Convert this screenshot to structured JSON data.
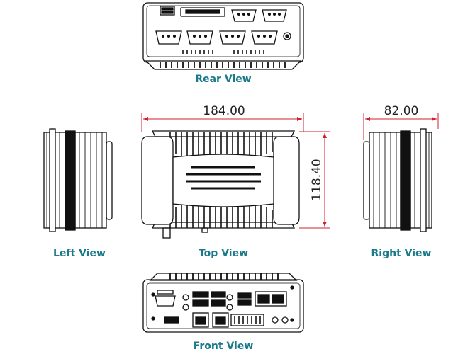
{
  "views": {
    "rear": "Rear View",
    "left": "Left View",
    "top": "Top View",
    "right": "Right View",
    "front": "Front View"
  },
  "dimensions": {
    "width": "184.00",
    "depth": "118.40",
    "height": "82.00"
  },
  "colors": {
    "label": "#1a7a8a",
    "dimension_line": "#d11f2f",
    "outline": "#111111"
  }
}
